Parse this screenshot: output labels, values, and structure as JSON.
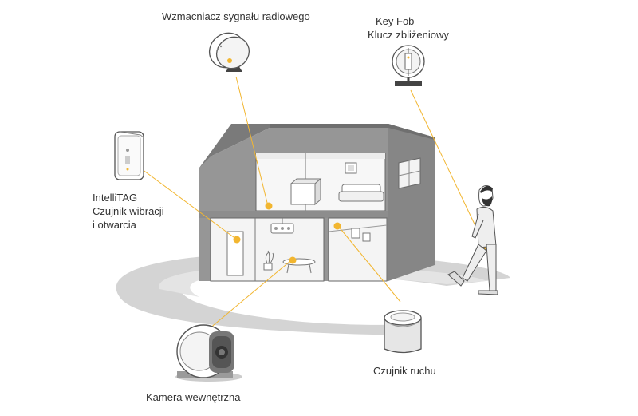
{
  "diagram": {
    "labels": {
      "repeater": "Wzmacniacz sygnału radiowego",
      "keyfob_1": "Key Fob",
      "keyfob_2": "Klucz zbliżeniowy",
      "intellitag_1": "IntelliTAG",
      "intellitag_2": "Czujnik wibracji",
      "intellitag_3": "i otwarcia",
      "camera": "Kamera wewnętrzna",
      "motion": "Czujnik ruchu"
    },
    "colors": {
      "accent": "#f2b630",
      "house_gray": "#8c8c8c",
      "ground_gray": "#d4d4d4",
      "line_dark": "#666666"
    },
    "icons": [
      "repeater-icon",
      "keyfob-icon",
      "intellitag-icon",
      "camera-icon",
      "motion-sensor-icon",
      "person-icon",
      "house-icon"
    ]
  }
}
